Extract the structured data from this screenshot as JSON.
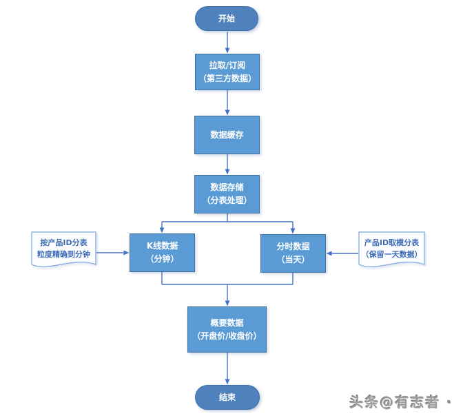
{
  "diagram": {
    "nodes": {
      "start": {
        "label": "开始"
      },
      "pull": {
        "lines": [
          "拉取/订阅",
          "（第三方数据）"
        ]
      },
      "cache": {
        "label": "数据缓存"
      },
      "store": {
        "lines": [
          "数据存储",
          "（分表处理）"
        ]
      },
      "kline": {
        "lines": [
          "K线数据",
          "（分钟）"
        ]
      },
      "timeshare": {
        "lines": [
          "分时数据",
          "（当天）"
        ]
      },
      "summary": {
        "lines": [
          "概要数据",
          "（开盘价/收盘价）"
        ]
      },
      "end": {
        "label": "结束"
      },
      "note_left": {
        "lines": [
          "按产品ID分表",
          "粒度精确到分钟"
        ]
      },
      "note_right": {
        "lines": [
          "产品ID取模分表",
          "（保留一天数据）"
        ]
      }
    },
    "colors": {
      "process_fill": "#5B9BD5",
      "process_border": "#41719C",
      "terminal_fill": "#4F81BD",
      "terminal_border": "#3A6EA5",
      "connector": "#4472C4",
      "note_border": "#7EA6D9",
      "note_text": "#3F6CB5",
      "node_text": "#FFFFFF",
      "watermark_text": "#9D9D9D"
    },
    "watermark": "头条@有志者 ·"
  }
}
